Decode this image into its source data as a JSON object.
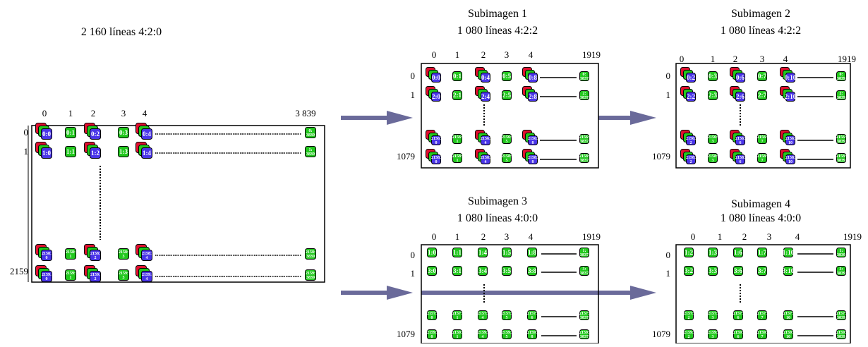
{
  "diagram": {
    "main": {
      "title": "2 160 líneas 4:2:0",
      "col_ticks": [
        "0",
        "1",
        "2",
        "3",
        "4",
        "3 839"
      ],
      "row_ticks": [
        "0",
        "1",
        "2159"
      ],
      "rows": [
        [
          "0:0",
          "0:1",
          "0:2",
          "0:3",
          "0:4",
          "0:\n3839"
        ],
        [
          "1:0",
          "1:1",
          "1:2",
          "1:3",
          "1:4",
          "1:\n3839"
        ],
        [
          "2158:\n0",
          "2158:\n1",
          "2158:\n2",
          "2158:\n3",
          "2158:\n4",
          "2158:\n3839"
        ],
        [
          "2159:\n0",
          "2159:\n1",
          "2159:\n2",
          "2159:\n3",
          "2159:\n4",
          "2159:\n3839"
        ]
      ]
    },
    "sub1": {
      "title1": "Subimagen  1",
      "title2": "1 080 líneas 4:2:2",
      "col_ticks": [
        "0",
        "1",
        "2",
        "3",
        "4",
        "1919"
      ],
      "row_ticks": [
        "0",
        "1",
        "1079"
      ],
      "rows": [
        [
          "0:0",
          "0:1",
          "0:4",
          "0:5",
          "0:8",
          "0:\n3837"
        ],
        [
          "2:0",
          "2:1",
          "2:4",
          "2:5",
          "2:8",
          "2:\n3837"
        ],
        [
          "2156:\n0",
          "2156:\n1",
          "2156:\n4",
          "2156:\n5",
          "2156:\n8",
          "2156:\n3837"
        ],
        [
          "2158:\n0",
          "2158:\n1",
          "2158:\n4",
          "2158:\n5",
          "2158:\n8",
          "2158:\n3837"
        ]
      ]
    },
    "sub2": {
      "title1": "Subimagen  2",
      "title2": "1 080 líneas 4:2:2",
      "col_ticks": [
        "0",
        "1",
        "2",
        "3",
        "4",
        "1919"
      ],
      "row_ticks": [
        "0",
        "1",
        "1079"
      ],
      "rows": [
        [
          "0:2",
          "0:3",
          "0:6",
          "0:7",
          "0:10",
          "0:\n3839"
        ],
        [
          "2:2",
          "2:3",
          "2:6",
          "2:7",
          "2:10",
          "2:\n3839"
        ],
        [
          "2156:\n2",
          "2156:\n3",
          "2156:\n6",
          "2156:\n7",
          "2156:\n10",
          "2156:\n3839"
        ],
        [
          "2158:\n2",
          "2158:\n3",
          "2158:\n6",
          "2158:\n7",
          "2158:\n10",
          "2158:\n3839"
        ]
      ]
    },
    "sub3": {
      "title1": "Subimagen  3",
      "title2": "1 080 líneas 4:0:0",
      "col_ticks": [
        "0",
        "1",
        "2",
        "3",
        "4",
        "1919"
      ],
      "row_ticks": [
        "0",
        "1",
        "1079"
      ],
      "rows": [
        [
          "1:0",
          "1:1",
          "1:4",
          "1:5",
          "1:8",
          "1:\n3837"
        ],
        [
          "3:0",
          "3:1",
          "3:4",
          "3:5",
          "3:8",
          "3:\n3837"
        ],
        [
          "2157:\n0",
          "2157:\n1",
          "2157:\n4",
          "2157:\n5",
          "2157:\n6",
          "2157:\n3837"
        ],
        [
          "2159:\n0",
          "2159:\n1",
          "2159:\n4",
          "2159:\n5",
          "2159:\n8",
          "2159:\n3837"
        ]
      ]
    },
    "sub4": {
      "title1": "Subimagen  4",
      "title2": "1 080 líneas 4:0:0",
      "col_ticks": [
        "0",
        "1",
        "2",
        "3",
        "4",
        "1919"
      ],
      "row_ticks": [
        "0",
        "1",
        "1079"
      ],
      "rows": [
        [
          "1:2",
          "1:3",
          "1:6",
          "1:7",
          "1:10",
          "1:\n3839"
        ],
        [
          "3:2",
          "3:3",
          "3:6",
          "3:7",
          "3:10",
          "3:\n3839"
        ],
        [
          "2157:\n2",
          "2157:\n3",
          "2157:\n6",
          "2157:\n7",
          "2157:\n10",
          "2157:\n3839"
        ],
        [
          "2159:\n2",
          "2159:\n3",
          "2159:\n6",
          "2159:\n7",
          "2159:\n10",
          "2159:\n3839"
        ]
      ]
    },
    "colors": {
      "red": "#e0102f",
      "green": "#22c81e",
      "blue": "#4a35e8",
      "arrow": "#6a6a9a"
    }
  }
}
